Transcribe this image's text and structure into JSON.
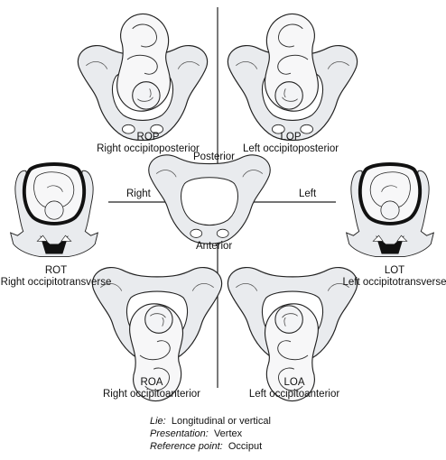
{
  "positions": [
    {
      "id": "rop",
      "abbr": "ROP",
      "name": "Right occipitoposterior"
    },
    {
      "id": "lop",
      "abbr": "LOP",
      "name": "Left occipitoposterior"
    },
    {
      "id": "rot",
      "abbr": "ROT",
      "name": "Right occipitotransverse"
    },
    {
      "id": "lot",
      "abbr": "LOT",
      "name": "Left occipitotransverse"
    },
    {
      "id": "roa",
      "abbr": "ROA",
      "name": "Right occipitoanterior"
    },
    {
      "id": "loa",
      "abbr": "LOA",
      "name": "Left occipitoanterior"
    }
  ],
  "axes": {
    "posterior": "Posterior",
    "anterior": "Anterior",
    "right": "Right",
    "left": "Left"
  },
  "legend": {
    "lie_key": "Lie:",
    "lie_value": "Longitudinal or vertical",
    "presentation_key": "Presentation:",
    "presentation_value": "Vertex",
    "reference_key": "Reference point:",
    "reference_value": "Occiput"
  }
}
